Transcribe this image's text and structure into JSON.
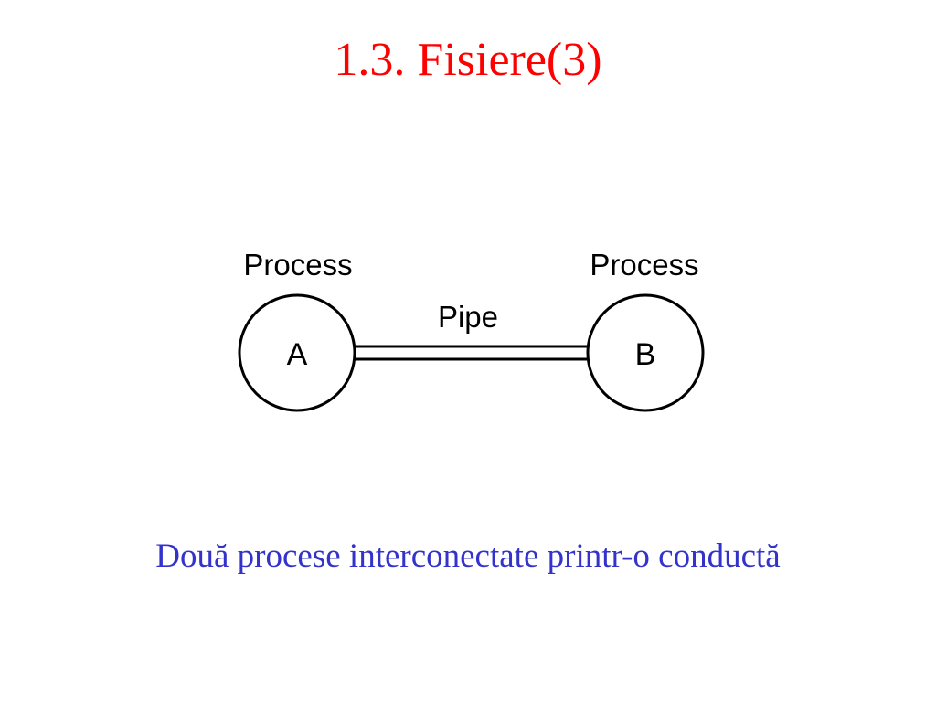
{
  "title": "1.3. Fisiere(3)",
  "diagram": {
    "process_a": {
      "label": "Process",
      "letter": "A"
    },
    "process_b": {
      "label": "Process",
      "letter": "B"
    },
    "pipe_label": "Pipe"
  },
  "caption": "Două procese interconectate printr-o conductă",
  "colors": {
    "title": "#ff0000",
    "caption": "#3333cc",
    "diagram": "#000000"
  }
}
